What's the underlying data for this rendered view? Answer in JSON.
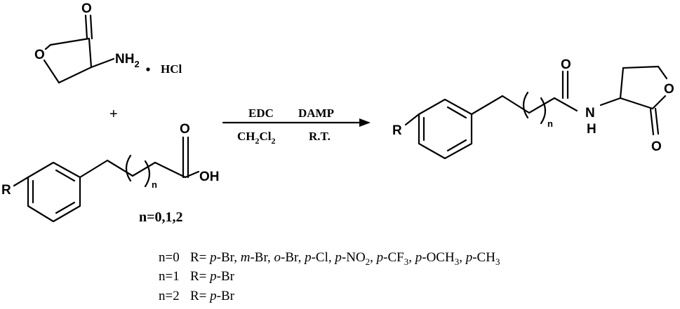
{
  "reactant1": {
    "carbonyl_o": "O",
    "ring_o": "O",
    "amine": "NH",
    "amine_sub": "2",
    "salt": "HCl"
  },
  "plus": "+",
  "reactant2": {
    "r": "R",
    "chain_n": "n",
    "carbonyl_o": "O",
    "oh": "OH",
    "n_values": "n=0,1,2"
  },
  "conditions": {
    "reagent1": "EDC",
    "reagent2": "DAMP",
    "solvent_prefix": "CH",
    "solvent_sub1": "2",
    "solvent_mid": "Cl",
    "solvent_sub2": "2",
    "temperature": "R.T."
  },
  "product": {
    "r": "R",
    "chain_n": "n",
    "amide_o": "O",
    "amide_n": "N",
    "amide_h": "H",
    "ring_o": "O",
    "lactone_o": "O"
  },
  "substituents": [
    {
      "n_label": "n=0",
      "r_prefix": "R= ",
      "parts": [
        {
          "i": "p",
          "t": "-Br, "
        },
        {
          "i": "m",
          "t": "-Br, "
        },
        {
          "i": "o",
          "t": "-Br, "
        },
        {
          "i": "p",
          "t": "-Cl, "
        },
        {
          "i": "p",
          "t": "-NO",
          "s": "2",
          "t2": ", "
        },
        {
          "i": "p",
          "t": "-CF",
          "s": "3",
          "t2": ", "
        },
        {
          "i": "p",
          "t": "-OCH",
          "s": "3",
          "t2": ", "
        },
        {
          "i": "p",
          "t": "-CH",
          "s": "3",
          "t2": ""
        }
      ]
    },
    {
      "n_label": "n=1",
      "r_prefix": "R= ",
      "parts": [
        {
          "i": "p",
          "t": "-Br"
        }
      ]
    },
    {
      "n_label": "n=2",
      "r_prefix": "R= ",
      "parts": [
        {
          "i": "p",
          "t": "-Br"
        }
      ]
    }
  ]
}
